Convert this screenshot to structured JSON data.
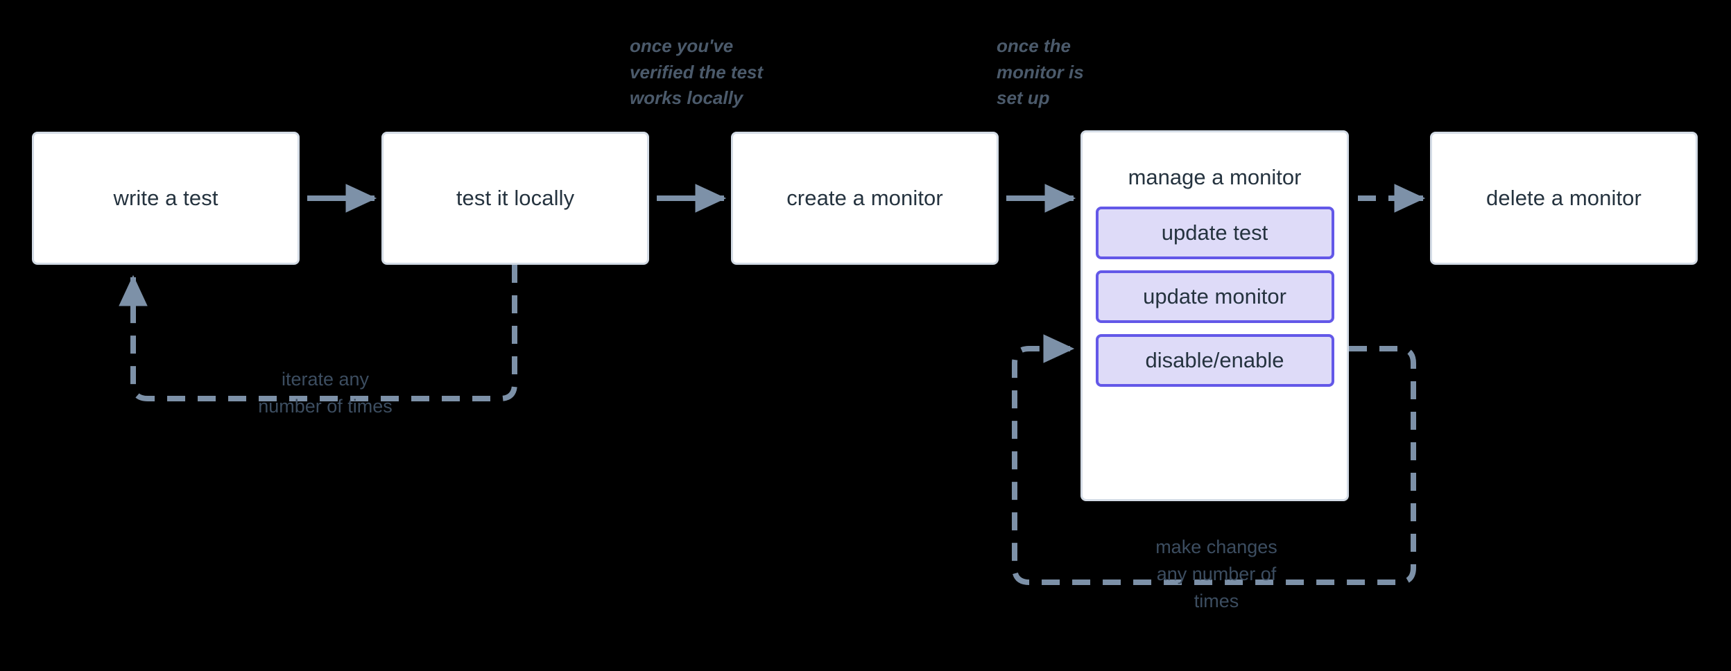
{
  "diagram": {
    "title": "monitor lifecycle flow",
    "background_color": "#000000",
    "node_fill": "#ffffff",
    "node_border": "#d4dce6",
    "subnode_fill": "#dedbf8",
    "subnode_border": "#6358e8",
    "edge_color": "#7d91a8",
    "text_color": "#25333f",
    "note_color": "#4b5a6b"
  },
  "nodes": [
    {
      "id": "write-a-test",
      "label": "write a test"
    },
    {
      "id": "test-it-locally",
      "label": "test it locally"
    },
    {
      "id": "create-a-monitor",
      "label": "create a monitor"
    },
    {
      "id": "manage-a-monitor",
      "label": "manage a monitor"
    },
    {
      "id": "delete-a-monitor",
      "label": "delete a monitor"
    }
  ],
  "sub_nodes": [
    {
      "id": "update-test",
      "label": "update test"
    },
    {
      "id": "update-monitor",
      "label": "update monitor"
    },
    {
      "id": "disable-enable",
      "label": "disable/enable"
    }
  ],
  "edge_notes": [
    {
      "id": "note-verified-locally",
      "text": "once you've\nverified the test\nworks locally"
    },
    {
      "id": "note-monitor-set-up",
      "text": "once the\nmonitor is\nset up"
    }
  ],
  "loop_labels": [
    {
      "id": "loop-iterate",
      "text": "iterate any\nnumber of times"
    },
    {
      "id": "loop-make-changes",
      "text": "make changes\nany number of\ntimes"
    }
  ],
  "edges": [
    {
      "id": "write-to-test",
      "from": "write a test",
      "to": "test it locally",
      "style": "solid"
    },
    {
      "id": "test-to-create",
      "from": "test it locally",
      "to": "create a monitor",
      "style": "solid"
    },
    {
      "id": "create-to-manage",
      "from": "create a monitor",
      "to": "manage a monitor",
      "style": "solid"
    },
    {
      "id": "manage-to-delete",
      "from": "manage a monitor",
      "to": "delete a monitor",
      "style": "dashed"
    },
    {
      "id": "test-back-to-write",
      "from": "test it locally",
      "to": "write a test",
      "style": "dashed"
    },
    {
      "id": "manage-back-to-manage",
      "from": "manage a monitor",
      "to": "manage a monitor",
      "style": "dashed"
    }
  ]
}
